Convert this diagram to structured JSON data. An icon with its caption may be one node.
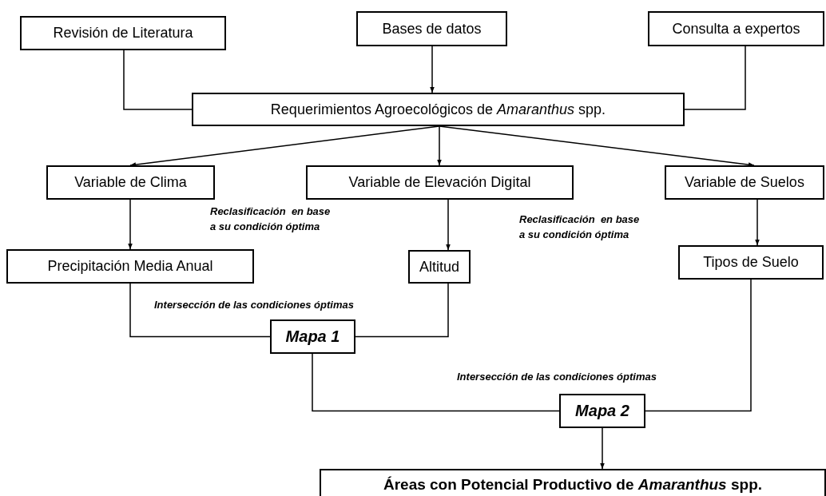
{
  "diagram": {
    "nodes": [
      {
        "text": [
          "Revisión de Literatura"
        ]
      },
      {
        "text": [
          "Bases de datos"
        ]
      },
      {
        "text": [
          "Consulta a expertos"
        ]
      },
      {
        "text": [
          "Requerimientos Agroecológicos de *Amaranthus* spp."
        ]
      },
      {
        "text": [
          "Variable de Clima"
        ]
      },
      {
        "text": [
          "Variable de Elevación Digital"
        ]
      },
      {
        "text": [
          "Variable de Suelos"
        ]
      },
      {
        "text": [
          "Precipitación Media Anual"
        ]
      },
      {
        "text": [
          "Altitud"
        ]
      },
      {
        "text": [
          "Tipos de Suelo"
        ]
      },
      {
        "text": [
          "Mapa 1"
        ]
      },
      {
        "text": [
          "Mapa 2"
        ]
      },
      {
        "text": [
          "Áreas con Potencial Productivo de *Amaranthus* spp."
        ]
      }
    ],
    "edges": [
      {
        "from": 0,
        "to": 3,
        "arrow": "none"
      },
      {
        "from": 1,
        "to": 3,
        "arrow": "to"
      },
      {
        "from": 2,
        "to": 3,
        "arrow": "none"
      },
      {
        "from": 3,
        "to": 4,
        "arrow": "to"
      },
      {
        "from": 3,
        "to": 5,
        "arrow": "to"
      },
      {
        "from": 3,
        "to": 6,
        "arrow": "to"
      },
      {
        "from": 4,
        "to": 7,
        "arrow": "to"
      },
      {
        "from": 5,
        "to": 8,
        "arrow": "to"
      },
      {
        "from": 6,
        "to": 9,
        "arrow": "to"
      },
      {
        "from": 7,
        "to": 10,
        "arrow": "none"
      },
      {
        "from": 8,
        "to": 10,
        "arrow": "none"
      },
      {
        "from": 10,
        "to": 11,
        "arrow": "none"
      },
      {
        "from": 9,
        "to": 11,
        "arrow": "none"
      },
      {
        "from": 11,
        "to": 12,
        "arrow": "to"
      }
    ],
    "labels": [
      "Reclasificación  en base a su condición óptima",
      "Reclasificación  en base a su condición óptima",
      "Intersección de las condiciones óptimas",
      "Intersección de las condiciones óptimas"
    ]
  }
}
